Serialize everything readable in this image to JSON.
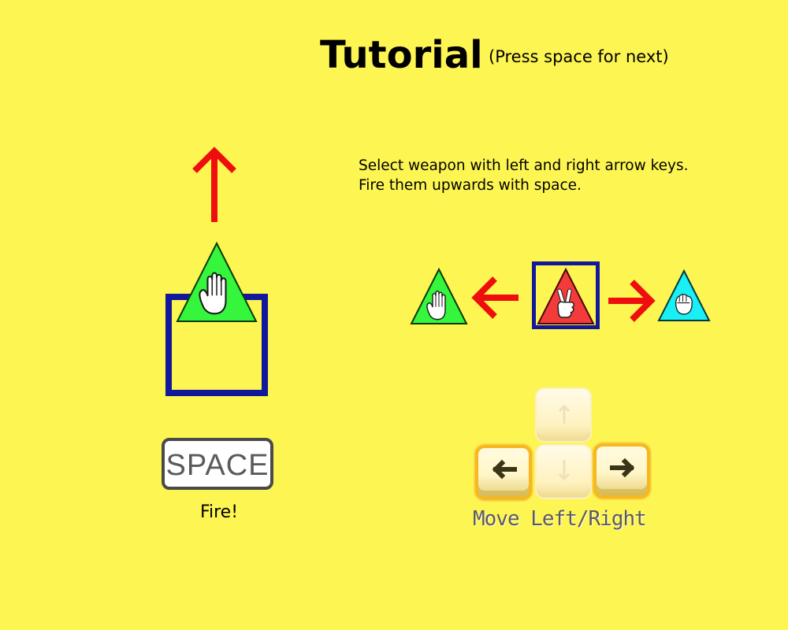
{
  "header": {
    "title": "Tutorial",
    "subtitle": "(Press space for next)"
  },
  "instructions": {
    "line1": "Select weapon with left and right arrow keys.",
    "line2": "Fire them upwards with space."
  },
  "fire_demo": {
    "key_label": "SPACE",
    "caption": "Fire!"
  },
  "move_demo": {
    "caption": "Move Left/Right"
  },
  "weapons": [
    {
      "name": "paper",
      "color": "#35f63c"
    },
    {
      "name": "scissors",
      "color": "#f33b3b"
    },
    {
      "name": "rock",
      "color": "#18f0f6"
    }
  ],
  "icons": {
    "up_arrow": "red-up-arrow-icon",
    "left_arrow": "red-left-arrow-icon",
    "right_arrow": "red-right-arrow-icon"
  },
  "colors": {
    "background": "#fdf552",
    "arrow": "#ee0e0e",
    "selection_frame": "#13189a"
  }
}
